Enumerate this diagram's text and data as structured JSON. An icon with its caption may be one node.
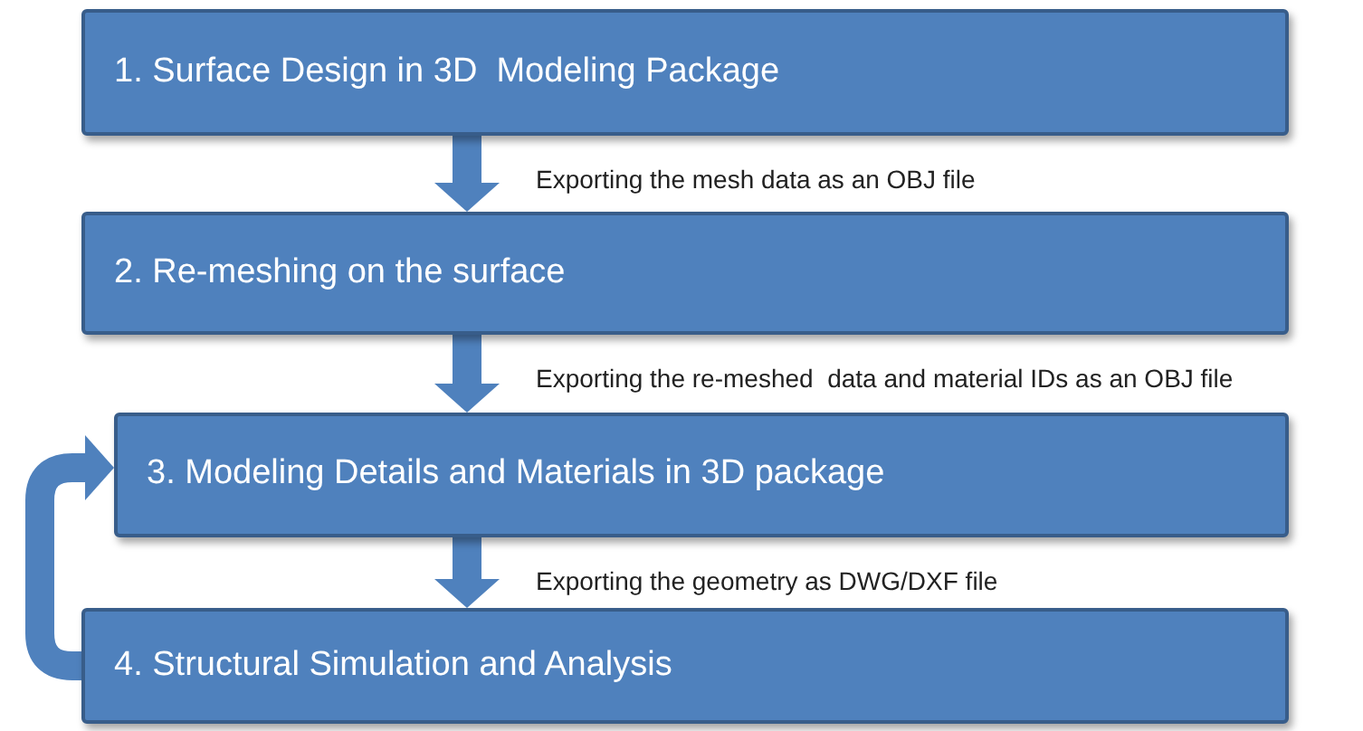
{
  "diagram": {
    "nodes": [
      {
        "text": [
          "1. Surface Design in 3D  Modeling Package"
        ]
      },
      {
        "text": [
          "2. Re-meshing on the surface"
        ]
      },
      {
        "text": [
          "3. Modeling Details and Materials in 3D package"
        ]
      },
      {
        "text": [
          "4. Structural Simulation and Analysis"
        ]
      }
    ],
    "edges": [
      {
        "from": 0,
        "to": 1,
        "arrow": "to",
        "label": "Exporting the mesh data as an OBJ file"
      },
      {
        "from": 1,
        "to": 2,
        "arrow": "to",
        "label": "Exporting the re-meshed  data and material IDs as an OBJ file"
      },
      {
        "from": 2,
        "to": 3,
        "arrow": "to",
        "label": "Exporting the geometry as DWG/DXF file"
      },
      {
        "from": 3,
        "to": 2,
        "arrow": "to"
      }
    ]
  }
}
